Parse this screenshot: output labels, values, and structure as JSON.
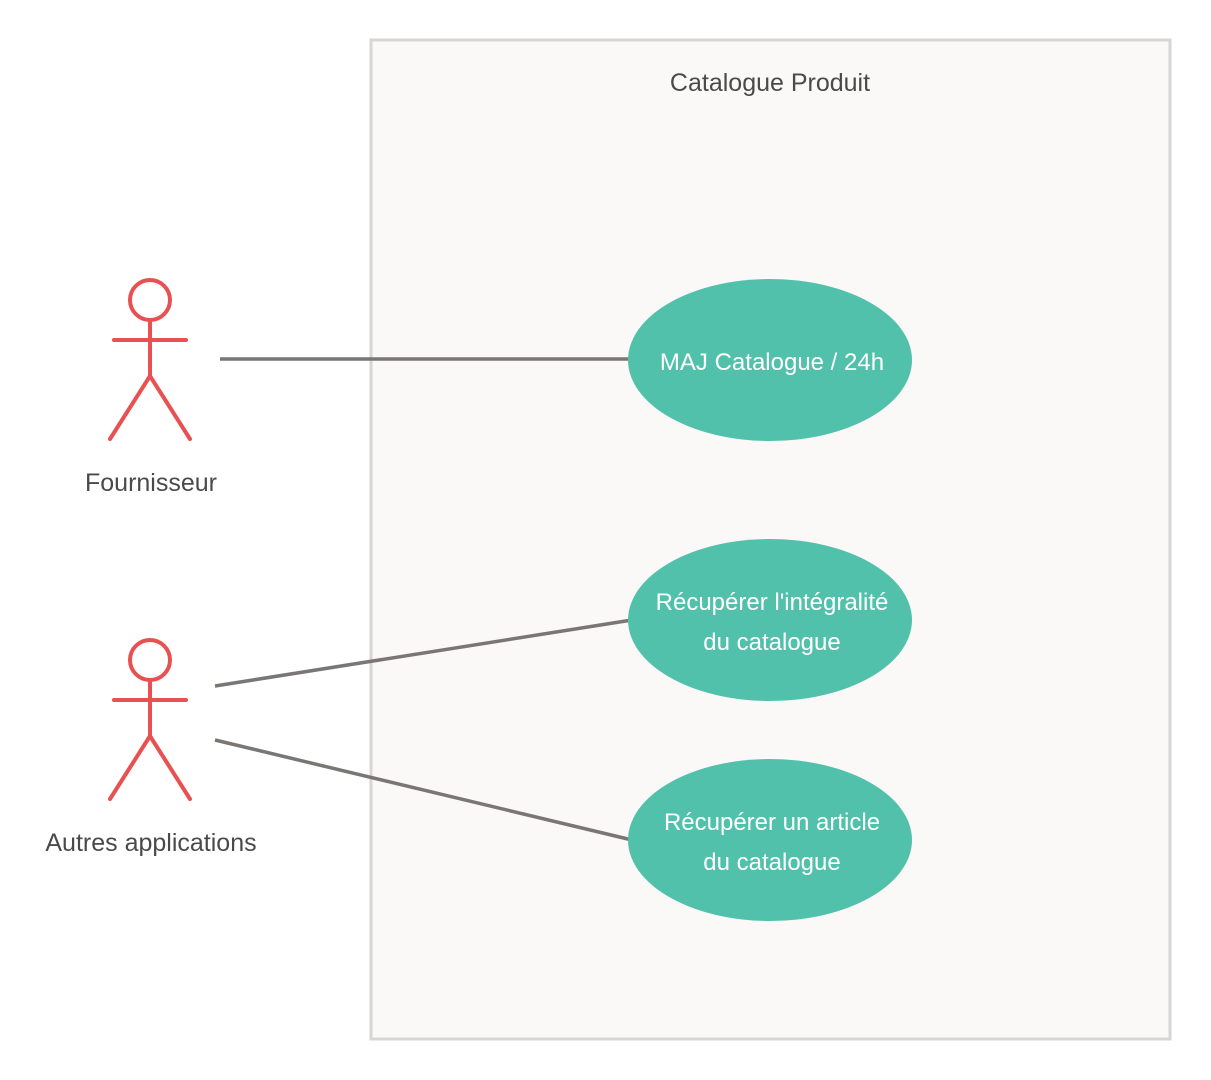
{
  "system": {
    "title": "Catalogue Produit"
  },
  "actors": [
    {
      "label": "Fournisseur"
    },
    {
      "label": "Autres applications"
    }
  ],
  "use_cases": [
    {
      "lines": [
        "MAJ Catalogue / 24h"
      ]
    },
    {
      "lines": [
        "Récupérer l'intégralité",
        "du catalogue"
      ]
    },
    {
      "lines": [
        "Récupérer un article",
        "du catalogue"
      ]
    }
  ],
  "colors": {
    "actor": "#e95052",
    "use_case_fill": "#52c1ab",
    "connector": "#797673",
    "boundary_border": "#d6d6d6",
    "boundary_fill": "#faf9f7",
    "text": "#4a4a4a"
  }
}
